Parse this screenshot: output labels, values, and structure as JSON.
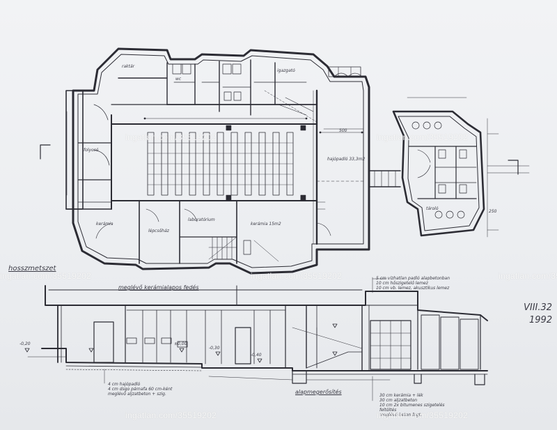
{
  "watermark": "ingatlan.com/35519202",
  "labels": {
    "section_title": "hosszmetszet",
    "section_caption": "meglévő kerámialapos fedés",
    "foundation": "alapmegerősítés",
    "dimension_500": "500",
    "dimension_250": "250",
    "level_minus_020": "-0,20",
    "level_minus_040": "-0,40",
    "level_pm_000": "±0,00",
    "level_minus_030": "-0,30",
    "lecture_room": "laboratórium",
    "lab_area": "kerámia 15m2",
    "stair_room": "lépcsőház",
    "stair_area": "kerámia",
    "hall": "hajópadló 33,3m2",
    "storage": "raktár",
    "wc": "wc",
    "office": "igazgató",
    "right_building": "tároló",
    "corridor": "folyosó",
    "annotation_right_1": "VIII.32",
    "annotation_right_2": "1992"
  },
  "notes": {
    "roof_note_1": "5 cm vízhatlan padló alapbetonban",
    "roof_note_2": "10 cm hőszigetelő lemez",
    "roof_note_3": "10 cm vb. lemez, akusztikus lemez",
    "floor_note_1": "4 cm hajópadló",
    "floor_note_2": "4 cm dsgo párnafa 60 cm-ként",
    "floor_note_3": "meglévő aljzatbeton + szig.",
    "found_note_1": "30 cm kerámia + lék",
    "found_note_2": "30 cm aljzatbeton",
    "found_note_3": "10 cm 2x bitumenes szigetelés",
    "found_note_4": "feltöltés",
    "found_note_5": "meglévő beton fugt."
  }
}
